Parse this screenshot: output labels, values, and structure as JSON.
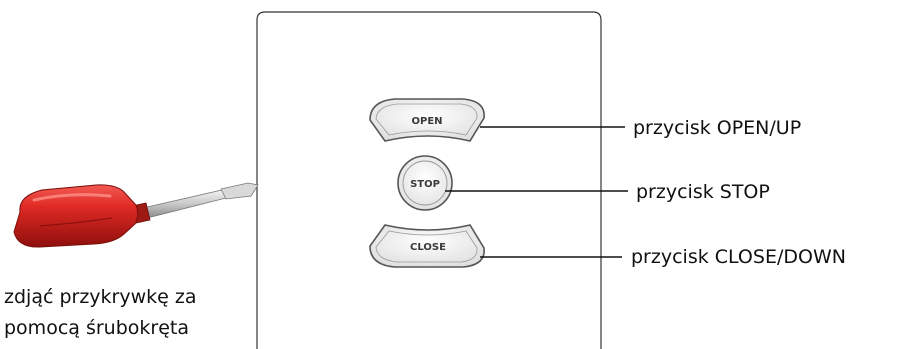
{
  "device": {
    "buttons": {
      "open": "OPEN",
      "stop": "STOP",
      "close": "CLOSE"
    }
  },
  "callouts": {
    "open": "przycisk OPEN/UP",
    "stop": "przycisk STOP",
    "close": "przycisk CLOSE/DOWN"
  },
  "caption": {
    "line1": "zdjąć przykrywkę za",
    "line2": "pomocą śrubokręta"
  },
  "colors": {
    "handle": "#d82420",
    "panel_border": "#333333"
  },
  "icons": [
    "screwdriver-icon"
  ]
}
